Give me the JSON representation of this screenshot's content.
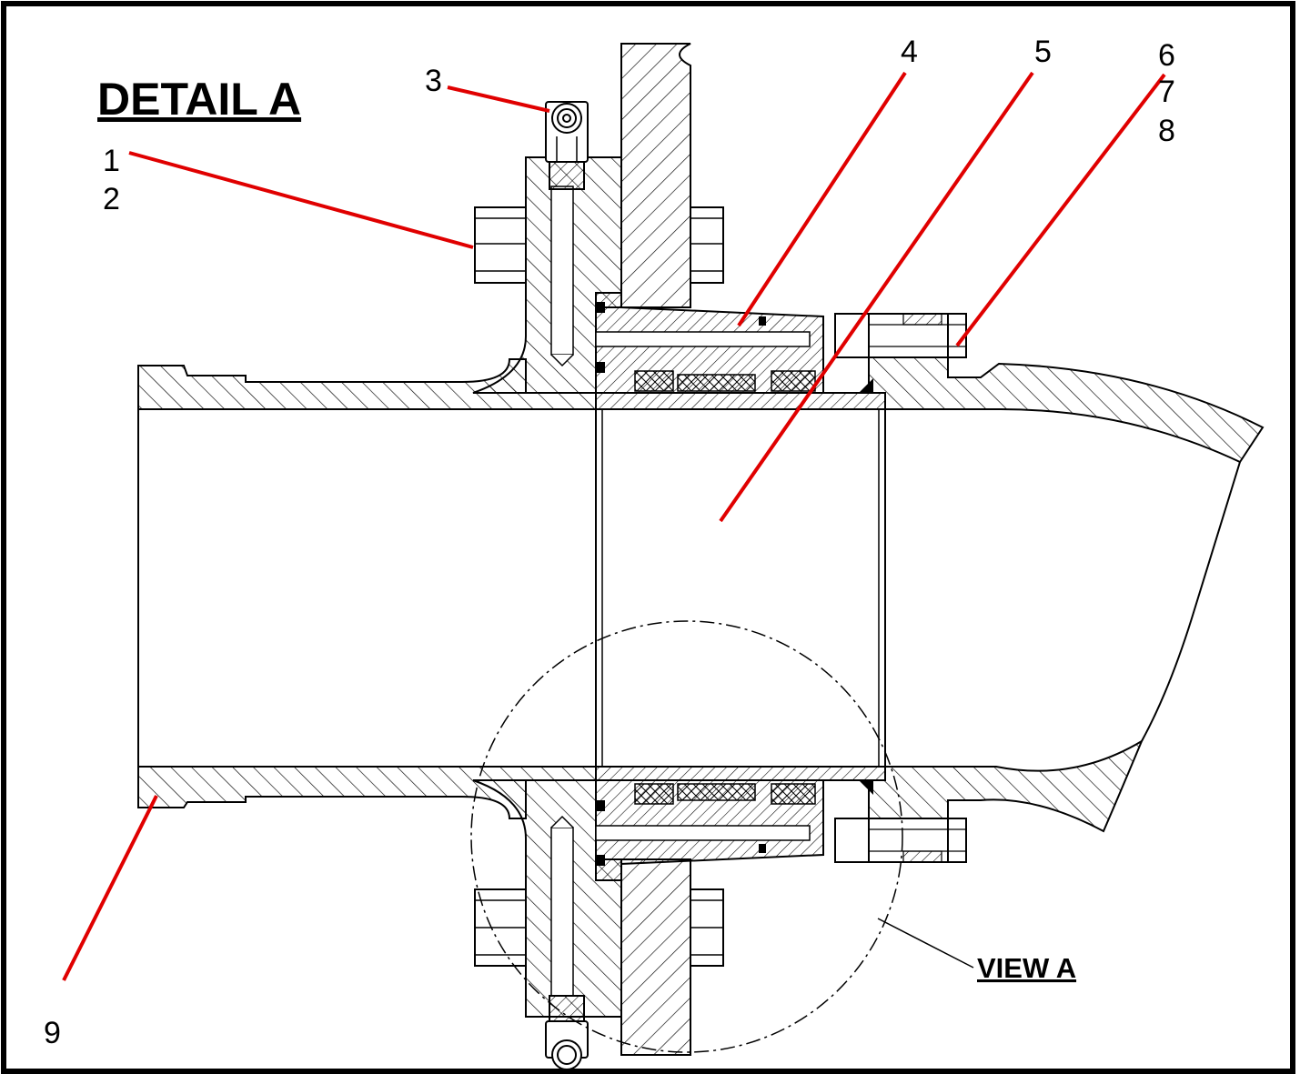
{
  "title": "DETAIL A",
  "view_label": "VIEW A",
  "callouts": {
    "c1": "1",
    "c2": "2",
    "c3": "3",
    "c4": "4",
    "c5": "5",
    "c6": "6",
    "c7": "7",
    "c8": "8",
    "c9": "9"
  },
  "colors": {
    "leader": "#e00000",
    "line": "#000000",
    "background": "#ffffff"
  }
}
